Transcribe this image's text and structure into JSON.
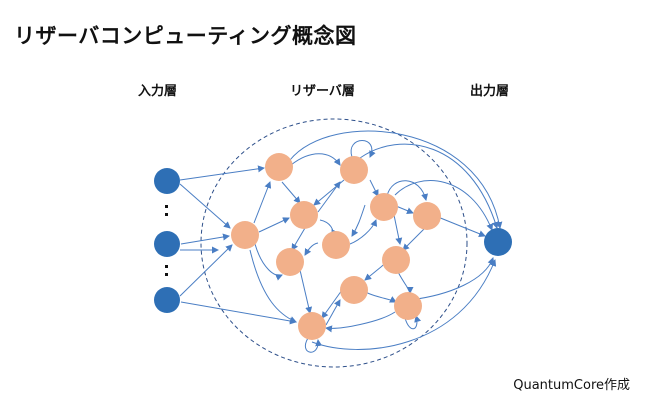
{
  "title": "リザーバコンピューティング概念図",
  "layers": {
    "input": "入力層",
    "reservoir": "リザーバ層",
    "output": "出力層"
  },
  "credit": "QuantumCore作成",
  "colors": {
    "input_node": "#2e6fb5",
    "output_node": "#2e6fb5",
    "reservoir_node": "#f2b08a",
    "edge": "#4a7ec4",
    "boundary": "#2d4f8a"
  }
}
